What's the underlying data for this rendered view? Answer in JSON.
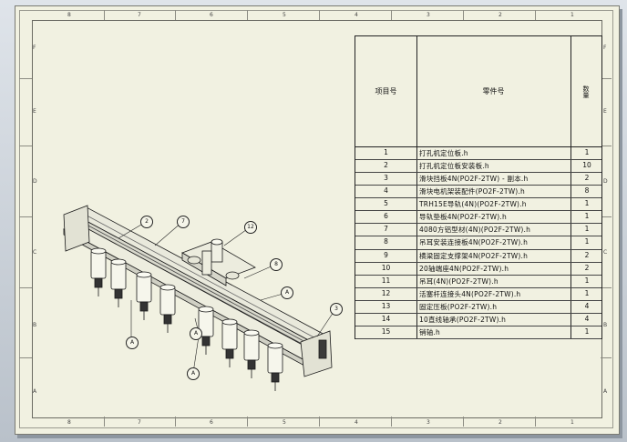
{
  "zones": {
    "top": [
      "8",
      "7",
      "6",
      "5",
      "4",
      "3",
      "2",
      "1"
    ],
    "bottom": [
      "8",
      "7",
      "6",
      "5",
      "4",
      "3",
      "2",
      "1"
    ],
    "left": [
      "F",
      "E",
      "D",
      "C",
      "B",
      "A"
    ],
    "right": [
      "F",
      "E",
      "D",
      "C",
      "B",
      "A"
    ]
  },
  "bom": {
    "headers": {
      "item": "项目号",
      "part": "零件号",
      "qty": "数量"
    },
    "rows": [
      {
        "num": "1",
        "name": "打孔机定位板.h",
        "qty": "1"
      },
      {
        "num": "2",
        "name": "打孔机定位板安装板.h",
        "qty": "10"
      },
      {
        "num": "3",
        "name": "滑块挡板4N(PO2F-2TW) - 副本.h",
        "qty": "2"
      },
      {
        "num": "4",
        "name": "滑块电机架装配件(PO2F-2TW).h",
        "qty": "8"
      },
      {
        "num": "5",
        "name": "TRH15E导轨(4N)(PO2F-2TW).h",
        "qty": "1"
      },
      {
        "num": "6",
        "name": "导轨垫板4N(PO2F-2TW).h",
        "qty": "1"
      },
      {
        "num": "7",
        "name": "4080方铝型材(4N)(PO2F-2TW).h",
        "qty": "1"
      },
      {
        "num": "8",
        "name": "吊耳安装连接板4N(PO2F-2TW).h",
        "qty": "1"
      },
      {
        "num": "9",
        "name": "横梁固定支撑架4N(PO2F-2TW).h",
        "qty": "2"
      },
      {
        "num": "10",
        "name": "20轴端座4N(PO2F-2TW).h",
        "qty": "2"
      },
      {
        "num": "11",
        "name": "吊耳(4N)(PO2F-2TW).h",
        "qty": "1"
      },
      {
        "num": "12",
        "name": "活塞杆连接头4N(PO2F-2TW).h",
        "qty": "1"
      },
      {
        "num": "13",
        "name": "固定压板(PO2F-2TW).h",
        "qty": "4"
      },
      {
        "num": "14",
        "name": "10直线轴承(PO2F-2TW).h",
        "qty": "4"
      },
      {
        "num": "15",
        "name": "销轴.h",
        "qty": "1"
      }
    ]
  },
  "balloons": [
    "2",
    "7",
    "12",
    "8",
    "A",
    "3",
    "A",
    "A",
    "A"
  ]
}
